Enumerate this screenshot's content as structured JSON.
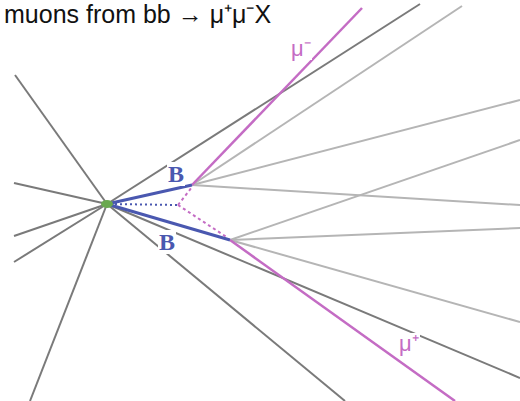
{
  "diagram": {
    "title": "muons from bb → μ⁺μ⁻X",
    "labels": [
      "μ⁻",
      "B",
      "B",
      "μ⁺"
    ]
  }
}
